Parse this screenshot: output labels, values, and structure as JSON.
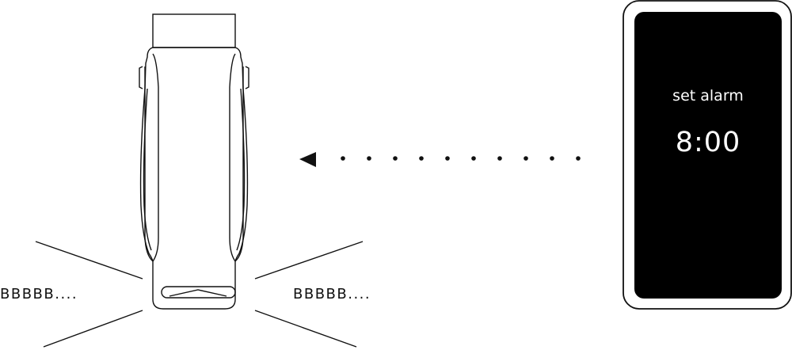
{
  "buzz": {
    "left_text": "BBBBB....",
    "right_text": "BBBBB...."
  },
  "phone": {
    "label": "set alarm",
    "time": "8:00"
  },
  "colors": {
    "line": "#111111",
    "screen": "#000000",
    "background": "#ffffff"
  }
}
